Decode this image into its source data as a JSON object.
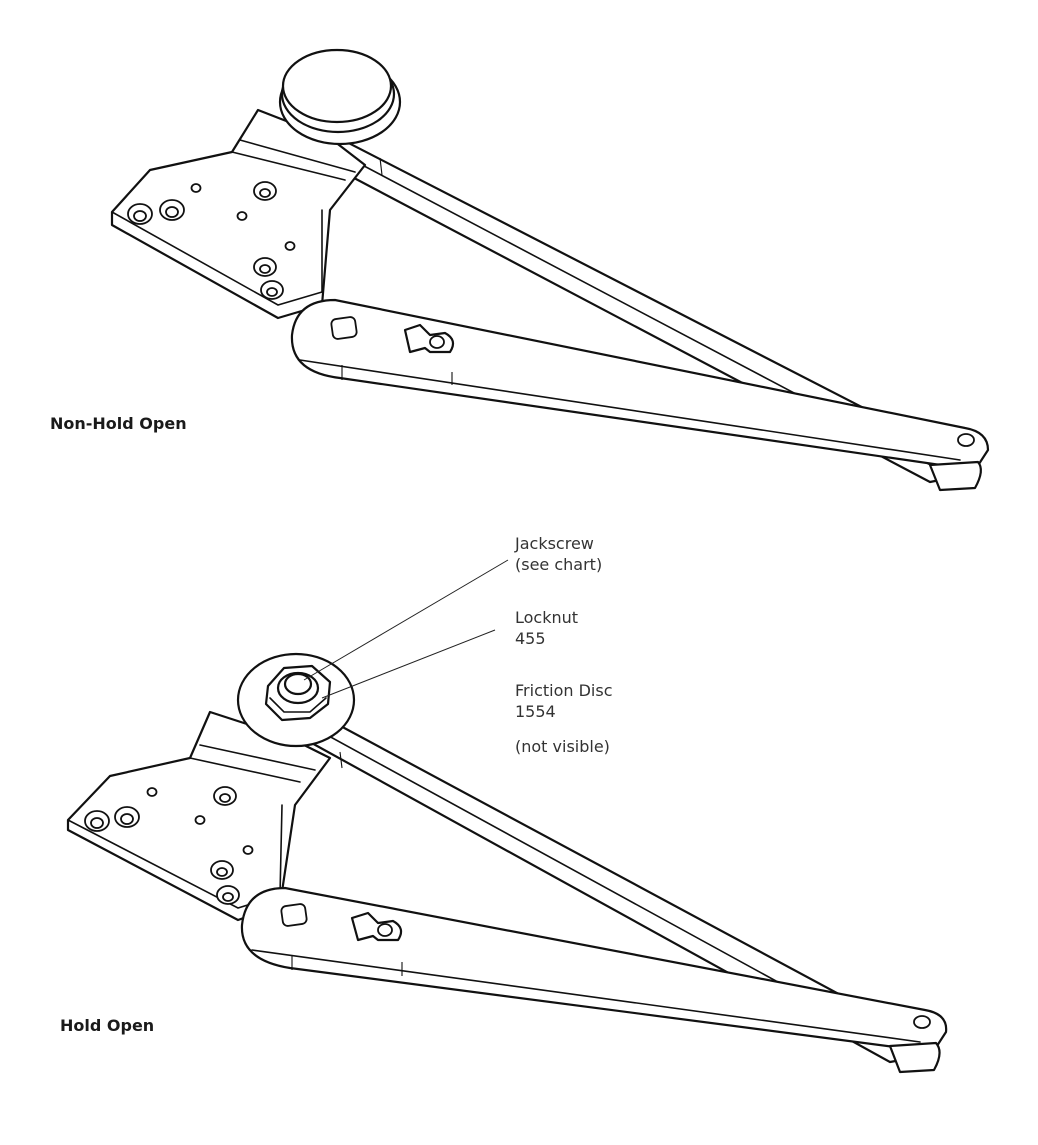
{
  "figure": {
    "non_hold_open": {
      "caption": "Non-Hold Open"
    },
    "hold_open": {
      "caption": "Hold Open",
      "callouts": [
        {
          "line1": "Jackscrew",
          "line2": "(see chart)"
        },
        {
          "line1": "Locknut",
          "line2": "455"
        },
        {
          "line1": "Friction Disc",
          "line2": "1554"
        },
        {
          "line1": "(not visible)"
        }
      ]
    }
  },
  "colors": {
    "ink": "#111111",
    "text": "#333333",
    "background": "#ffffff"
  }
}
